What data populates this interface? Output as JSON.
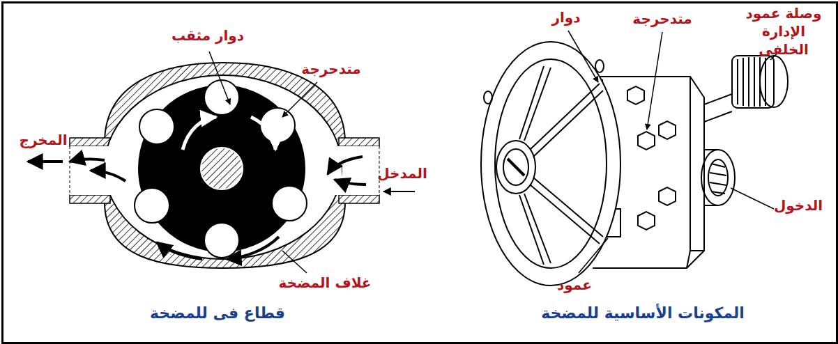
{
  "diagram": {
    "labels": [
      "دوار مثقب",
      "متدحرجة",
      "المخرج",
      "المدخل",
      "غلاف المضخة",
      "قطاع فى للمضخة",
      "دوار",
      "متدحرجة",
      "وصلة عمود الإدارة الخلفى",
      "الدخول",
      "عمود",
      "المكونات الأساسية للمضخة"
    ]
  }
}
